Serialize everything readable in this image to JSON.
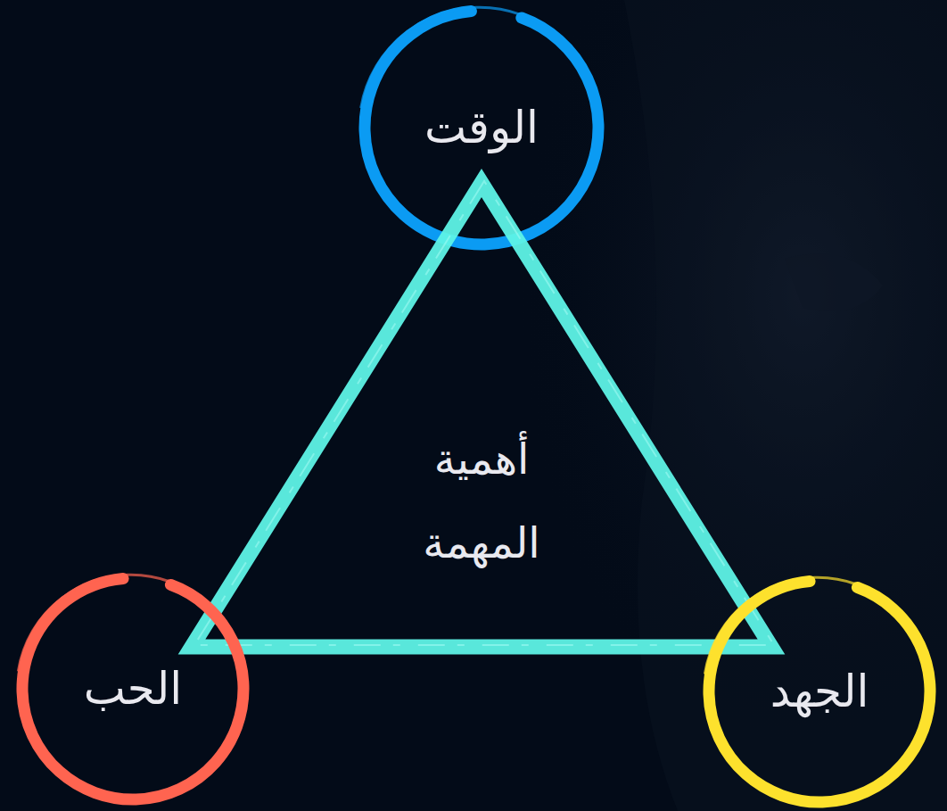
{
  "diagram": {
    "nodes": [
      {
        "text": [
          "الوقت"
        ]
      },
      {
        "text": [
          "أهمية المهمة"
        ]
      },
      {
        "text": [
          "الجهد"
        ]
      },
      {
        "text": [
          "الحب"
        ]
      }
    ]
  }
}
